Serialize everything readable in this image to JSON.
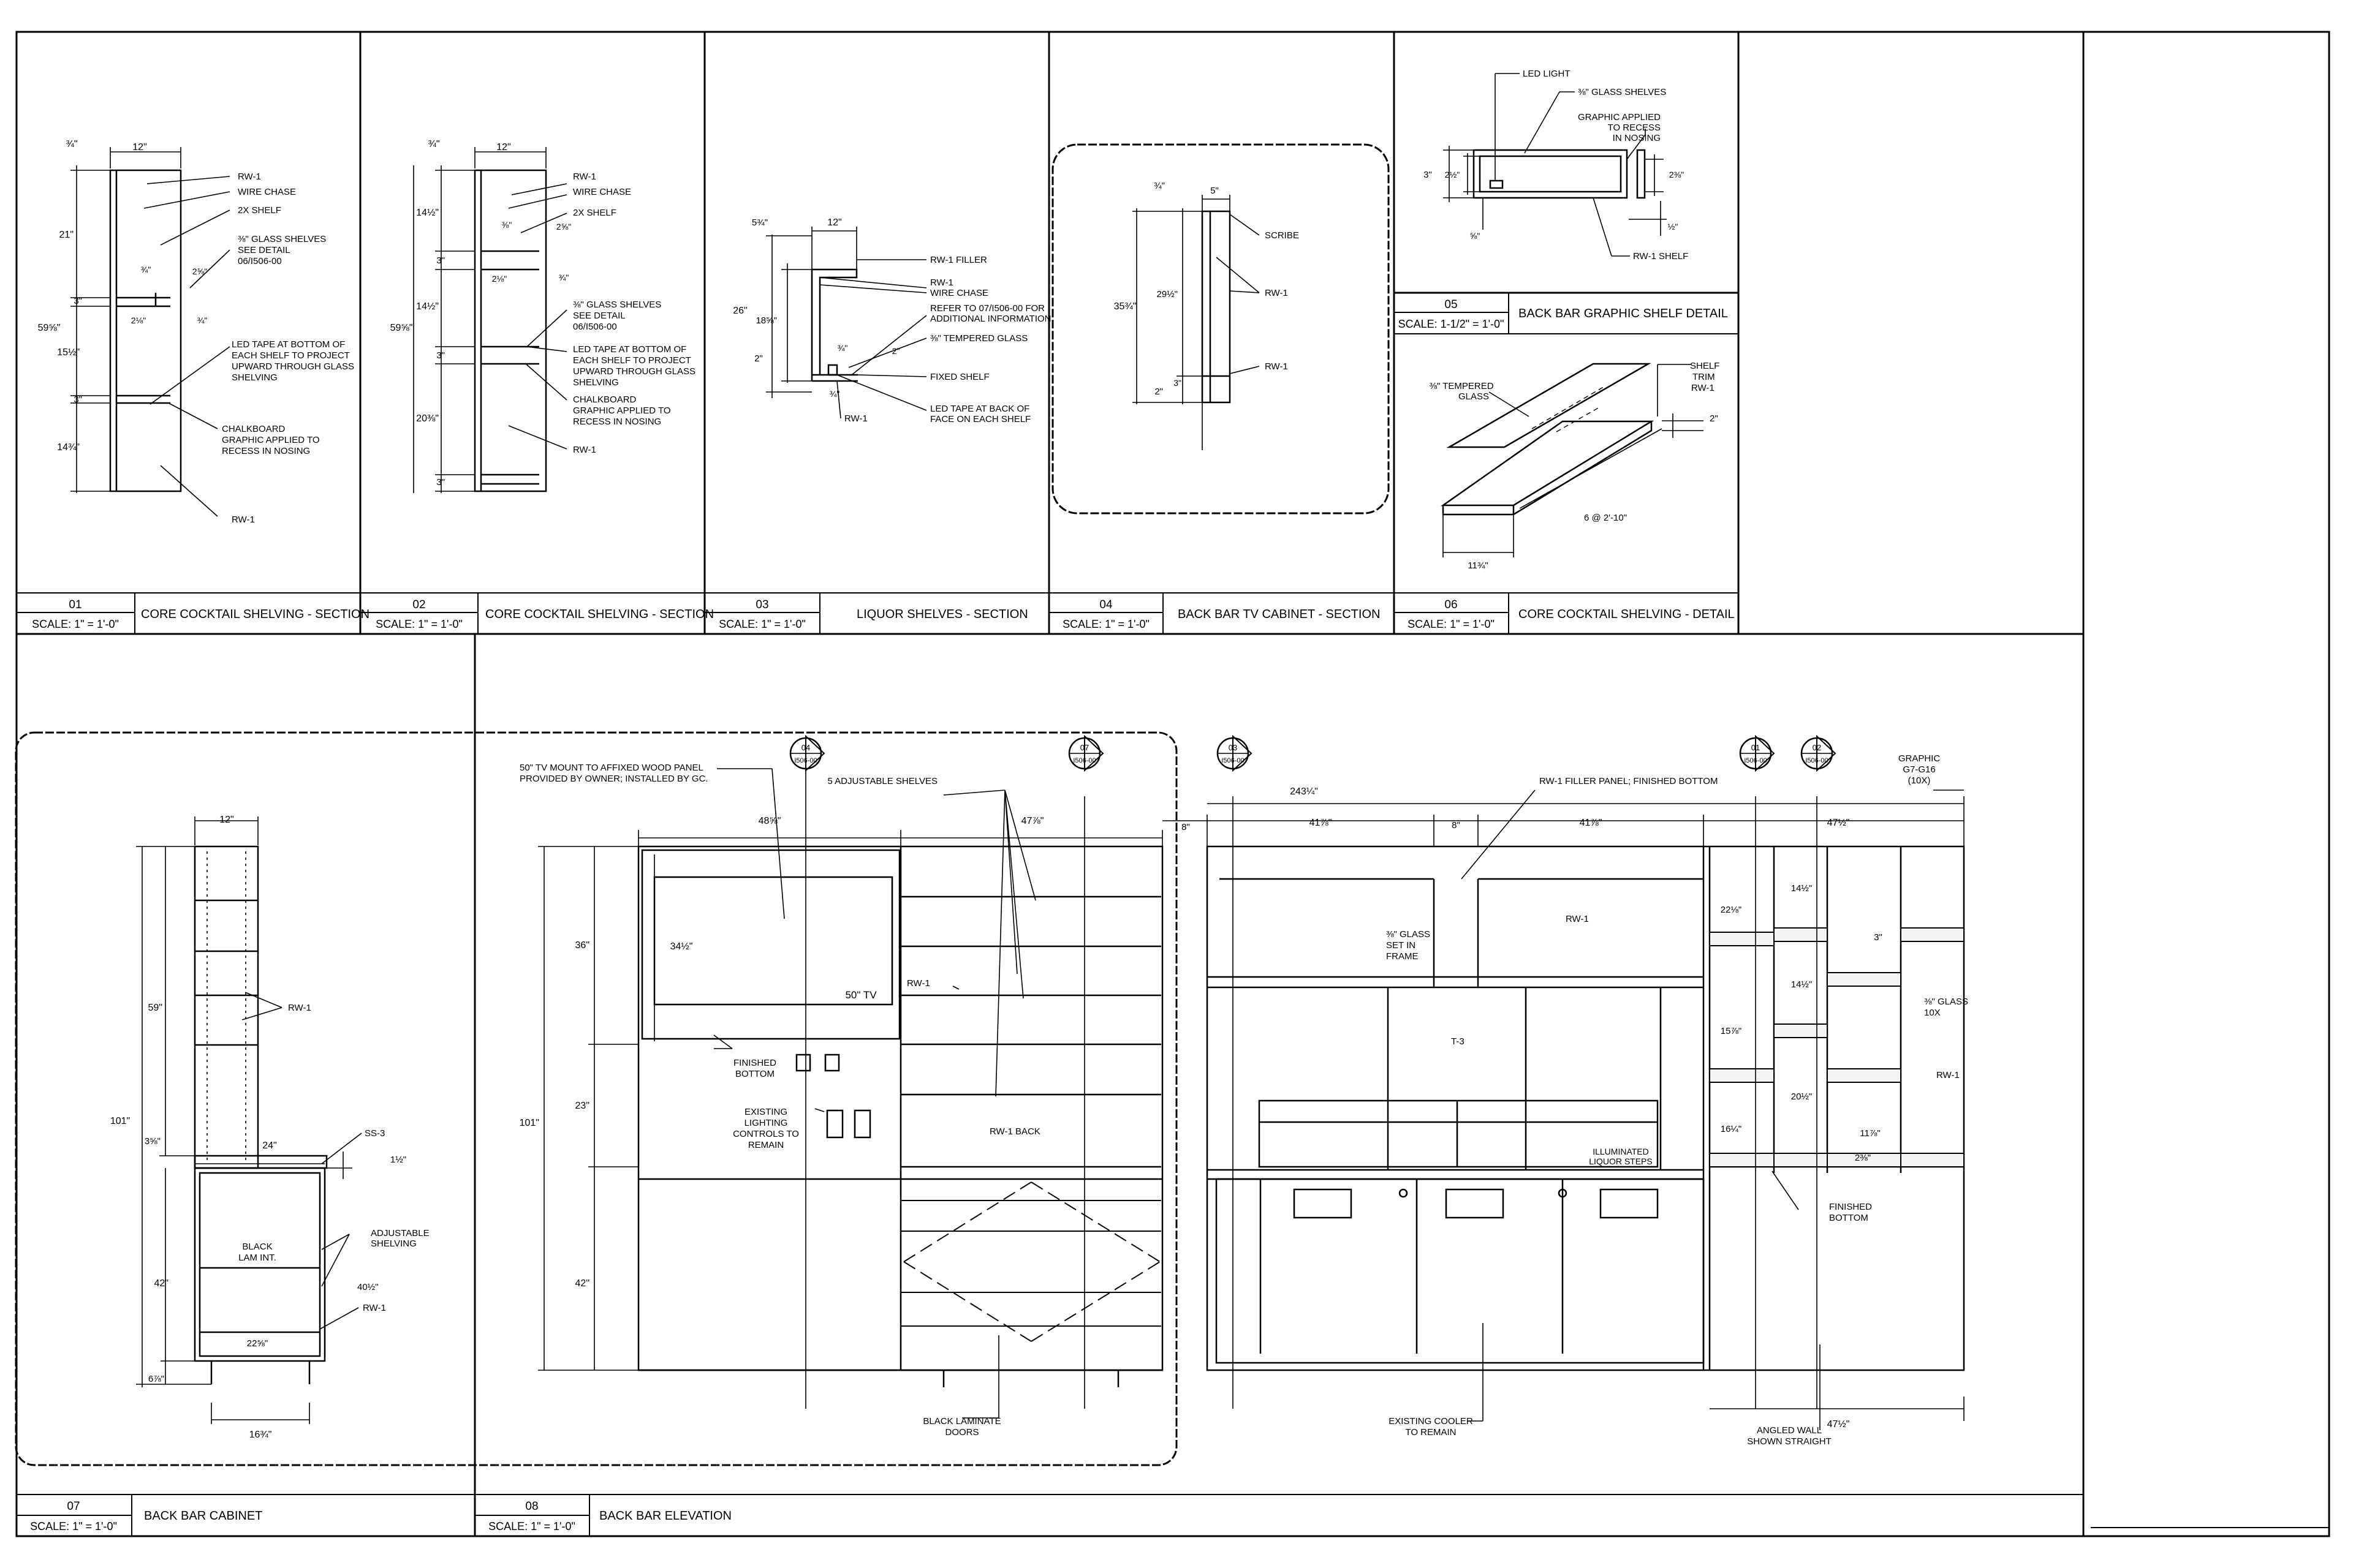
{
  "sheet": {
    "title_block_blank": ""
  },
  "details": [
    {
      "number": "01",
      "scale": "SCALE: 1\" = 1'-0\"",
      "title": "CORE COCKTAIL SHELVING - SECTION"
    },
    {
      "number": "02",
      "scale": "SCALE: 1\" = 1'-0\"",
      "title": "CORE COCKTAIL SHELVING - SECTION"
    },
    {
      "number": "03",
      "scale": "SCALE: 1\" = 1'-0\"",
      "title": "LIQUOR SHELVES - SECTION"
    },
    {
      "number": "04",
      "scale": "SCALE: 1\" = 1'-0\"",
      "title": "BACK BAR TV CABINET - SECTION"
    },
    {
      "number": "05",
      "scale": "SCALE: 1-1/2\" = 1'-0\"",
      "title": "BACK BAR GRAPHIC SHELF DETAIL"
    },
    {
      "number": "06",
      "scale": "SCALE: 1\" = 1'-0\"",
      "title": "CORE COCKTAIL SHELVING - DETAIL"
    },
    {
      "number": "07",
      "scale": "SCALE: 1\" = 1'-0\"",
      "title": "BACK BAR CABINET"
    },
    {
      "number": "08",
      "scale": "SCALE: 1\" = 1'-0\"",
      "title": "BACK BAR ELEVATION"
    }
  ],
  "d01": {
    "dims": [
      "¾\"",
      "12\"",
      "21\"",
      "59⅝\"",
      "3\"",
      "15½\"",
      "3\"",
      "14¾\"",
      "¾\"",
      "2⅝\"",
      "2⅛\"",
      "¾\""
    ],
    "notes": [
      "RW-1",
      "WIRE CHASE",
      "2X SHELF",
      "⅜\" GLASS SHELVES",
      "SEE DETAIL",
      "06/I506-00",
      "LED TAPE AT BOTTOM OF",
      "EACH SHELF TO PROJECT",
      "UPWARD THROUGH GLASS",
      "SHELVING",
      "CHALKBOARD",
      "GRAPHIC APPLIED TO",
      "RECESS IN NOSING",
      "RW-1"
    ]
  },
  "d02": {
    "dims": [
      "¾\"",
      "12\"",
      "14½\"",
      "3\"",
      "59⅝\"",
      "14½\"",
      "3\"",
      "20⅜\"",
      "3\"",
      "⅜\"",
      "2⅝\"",
      "2⅛\"",
      "¾\""
    ],
    "notes": [
      "RW-1",
      "WIRE CHASE",
      "2X SHELF",
      "⅜\" GLASS SHELVES",
      "SEE DETAIL",
      "06/I506-00",
      "LED TAPE AT BOTTOM OF",
      "EACH SHELF TO PROJECT",
      "UPWARD THROUGH GLASS",
      "SHELVING",
      "CHALKBOARD",
      "GRAPHIC APPLIED TO",
      "RECESS IN NOSING",
      "RW-1"
    ]
  },
  "d03": {
    "dims": [
      "5¾\"",
      "12\"",
      "26\"",
      "18⅝\"",
      "2\"",
      "¾\"",
      "2\"",
      "¾\""
    ],
    "notes": [
      "RW-1 FILLER",
      "RW-1",
      "WIRE CHASE",
      "REFER TO 07/I506-00 FOR",
      "ADDITIONAL INFORMATION",
      "⅜\" TEMPERED GLASS",
      "FIXED SHELF",
      "LED TAPE AT BACK OF",
      "FACE ON EACH SHELF",
      "RW-1"
    ]
  },
  "d04": {
    "dims": [
      "¾\"",
      "5\"",
      "35¾\"",
      "29½\"",
      "3\"",
      "2\""
    ],
    "notes": [
      "SCRIBE",
      "RW-1",
      "RW-1"
    ]
  },
  "d05": {
    "dims": [
      "3\"",
      "2½\"",
      "2⅜\"",
      "⅝\"",
      "½\""
    ],
    "notes": [
      "LED LIGHT",
      "⅜\" GLASS SHELVES",
      "GRAPHIC APPLIED",
      "TO RECESS",
      "IN NOSING",
      "RW-1 SHELF"
    ]
  },
  "d06": {
    "dims": [
      "2\"",
      "6 @ 2'-10\"",
      "11¾\""
    ],
    "notes": [
      "⅜\" TEMPERED",
      "GLASS",
      "SHELF",
      "TRIM",
      "RW-1"
    ]
  },
  "d07": {
    "dims": [
      "12\"",
      "59\"",
      "101\"",
      "24\"",
      "1½\"",
      "3⅝\"",
      "42\"",
      "40½\"",
      "22⅝\"",
      "6⅞\"",
      "16¾\""
    ],
    "notes": [
      "RW-1",
      "SS-3",
      "BLACK",
      "LAM INT.",
      "ADJUSTABLE",
      "SHELVING",
      "RW-1"
    ]
  },
  "d08": {
    "tags": [
      {
        "num": "04",
        "sheet": "I506-00"
      },
      {
        "num": "07",
        "sheet": "I506-00"
      },
      {
        "num": "03",
        "sheet": "I506-00"
      },
      {
        "num": "01",
        "sheet": "I506-00"
      },
      {
        "num": "02",
        "sheet": "I506-00"
      }
    ],
    "dims": [
      "48⅝\"",
      "47⅞\"",
      "8\"",
      "243¼\"",
      "41⅞\"",
      "8\"",
      "41⅞\"",
      "47½\"",
      "36\"",
      "101\"",
      "23\"",
      "42\"",
      "34½\"",
      "22⅛\"",
      "14½\"",
      "15⅞\"",
      "16¼\"",
      "14½\"",
      "20½\"",
      "3\"",
      "11⅞\"",
      "2⅜\"",
      "47½\""
    ],
    "notes": [
      "50\" TV MOUNT TO AFFIXED WOOD PANEL",
      "PROVIDED BY OWNER; INSTALLED BY GC.",
      "5 ADJUSTABLE SHELVES",
      "RW-1 FILLER PANEL; FINISHED BOTTOM",
      "GRAPHIC",
      "G7-G16",
      "(10X)",
      "50\" TV",
      "RW-1",
      "FINISHED",
      "BOTTOM",
      "EXISTING",
      "LIGHTING",
      "CONTROLS TO",
      "REMAIN",
      "RW-1 BACK",
      "BLACK LAMINATE",
      "DOORS",
      "⅜\" GLASS",
      "SET IN",
      "FRAME",
      "RW-1",
      "T-3",
      "ILLUMINATED",
      "LIQUOR STEPS",
      "EXISTING COOLER",
      "TO REMAIN",
      "ANGLED WALL",
      "SHOWN STRAIGHT",
      "⅜\" GLASS",
      "10X",
      "RW-1",
      "FINISHED",
      "BOTTOM"
    ]
  }
}
